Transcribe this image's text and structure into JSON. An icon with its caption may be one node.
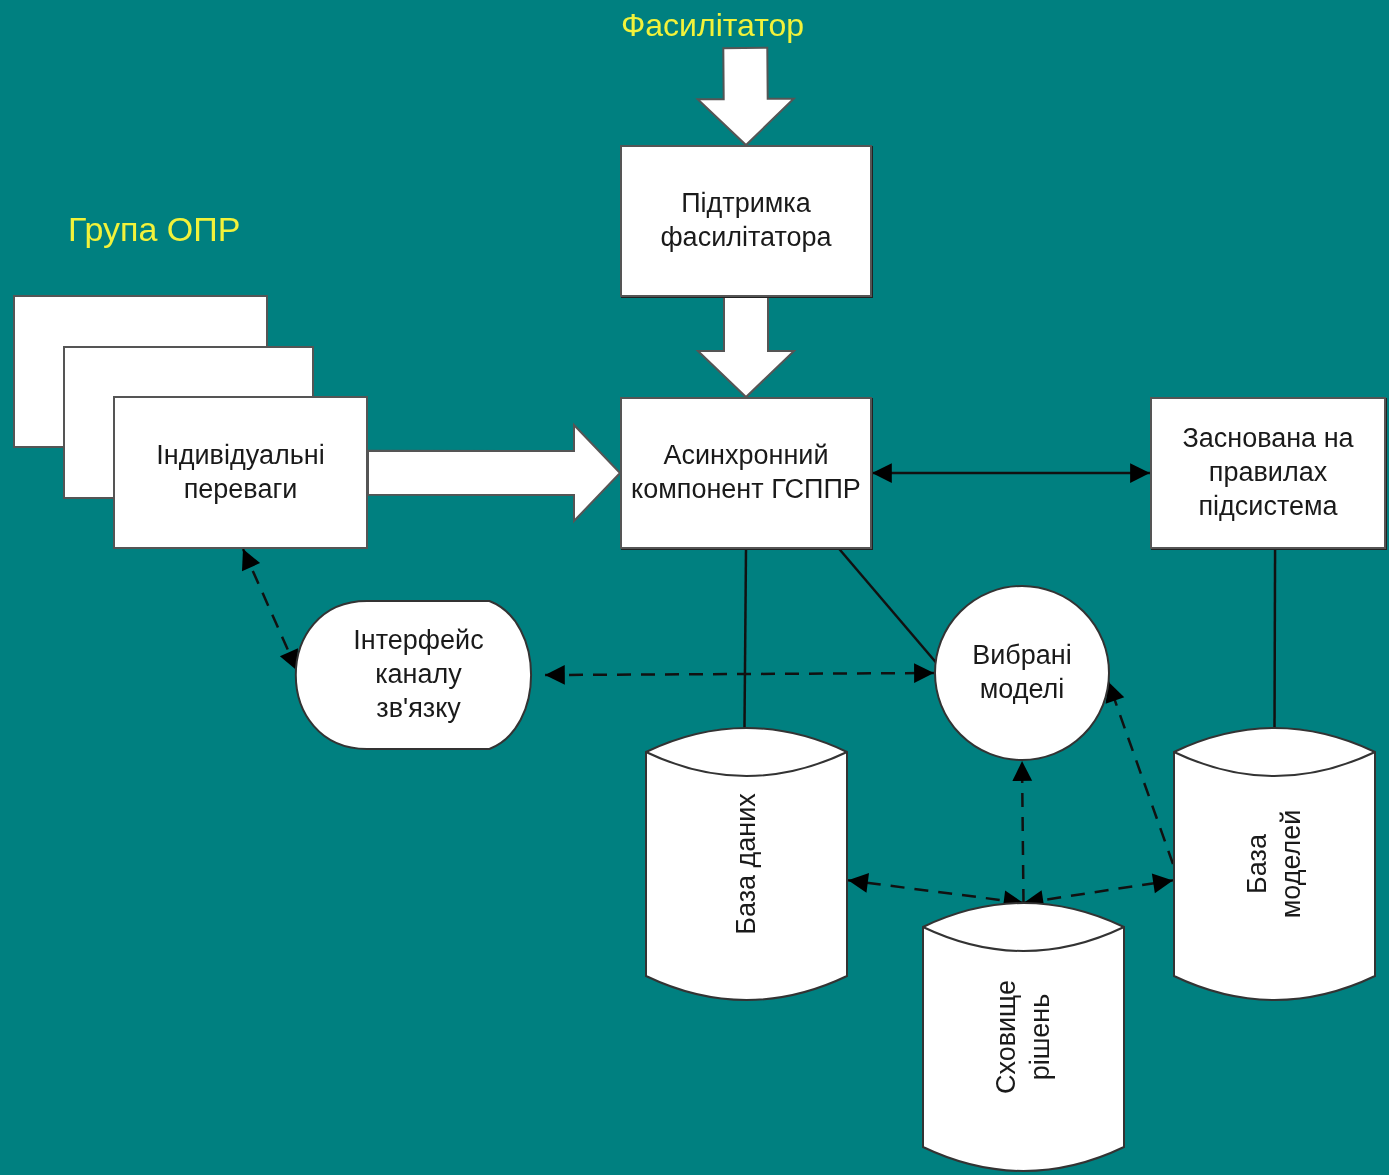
{
  "diagram": {
    "nodes": [
      {
        "text": [
          "Фасилітатор"
        ]
      },
      {
        "text": [
          "Підтримка фасилітатора"
        ]
      },
      {
        "text": [
          "Індивідуальні переваги"
        ]
      },
      {
        "text": [
          "Асинхронний компонент ГСППР"
        ]
      },
      {
        "text": [
          "Заснована на правилах підсистема"
        ]
      },
      {
        "text": [
          "Інтерфейс каналу зв'язку"
        ]
      },
      {
        "text": [
          "Вибрані моделі"
        ]
      },
      {
        "text": [
          "База даних"
        ]
      },
      {
        "text": [
          "База моделей"
        ]
      },
      {
        "text": [
          "Сховище рішень"
        ]
      }
    ],
    "edges": [
      {
        "from": 0,
        "to": 1,
        "arrow": "to",
        "style": "thick"
      },
      {
        "from": 1,
        "to": 3,
        "arrow": "to",
        "style": "thick"
      },
      {
        "from": 2,
        "to": 3,
        "arrow": "to",
        "style": "thick"
      },
      {
        "from": 3,
        "to": 4,
        "arrow": "both"
      },
      {
        "from": 3,
        "to": 7,
        "arrow": "none"
      },
      {
        "from": 3,
        "to": 6,
        "arrow": "none"
      },
      {
        "from": 4,
        "to": 8,
        "arrow": "none"
      },
      {
        "from": 2,
        "to": 5,
        "arrow": "both",
        "style": "dashed"
      },
      {
        "from": 5,
        "to": 6,
        "arrow": "both",
        "style": "dashed"
      },
      {
        "from": 9,
        "to": 6,
        "arrow": "to",
        "style": "dashed"
      },
      {
        "from": 9,
        "to": 7,
        "arrow": "both",
        "style": "dashed"
      },
      {
        "from": 9,
        "to": 8,
        "arrow": "both",
        "style": "dashed"
      },
      {
        "from": 8,
        "to": 6,
        "arrow": "to",
        "style": "dashed"
      }
    ],
    "labels": [
      "Група ОПР"
    ]
  }
}
